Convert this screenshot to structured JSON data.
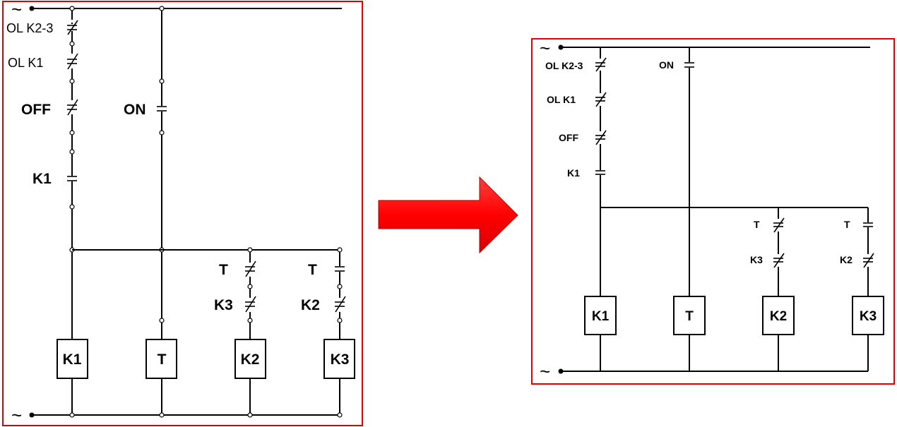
{
  "before": {
    "supply_symbol": "~",
    "contacts": {
      "ol_k2_3": "OL K2-3",
      "ol_k1": "OL K1",
      "off": "OFF",
      "on": "ON",
      "k1": "K1",
      "t_nc": "T",
      "k3_nc": "K3",
      "t_no": "T",
      "k2_nc": "K2"
    },
    "coils": [
      "K1",
      "T",
      "K2",
      "K3"
    ]
  },
  "after": {
    "supply_symbol": "~",
    "contacts": {
      "ol_k2_3": "OL K2-3",
      "ol_k1": "OL K1",
      "off": "OFF",
      "on": "ON",
      "k1": "K1",
      "t_nc": "T",
      "k3_nc": "K3",
      "t_no": "T",
      "k2_nc": "K2"
    },
    "coils": [
      "K1",
      "T",
      "K2",
      "K3"
    ]
  },
  "colors": {
    "frame": "#e00000",
    "arrow": "#ff0000",
    "wire": "#000000"
  }
}
